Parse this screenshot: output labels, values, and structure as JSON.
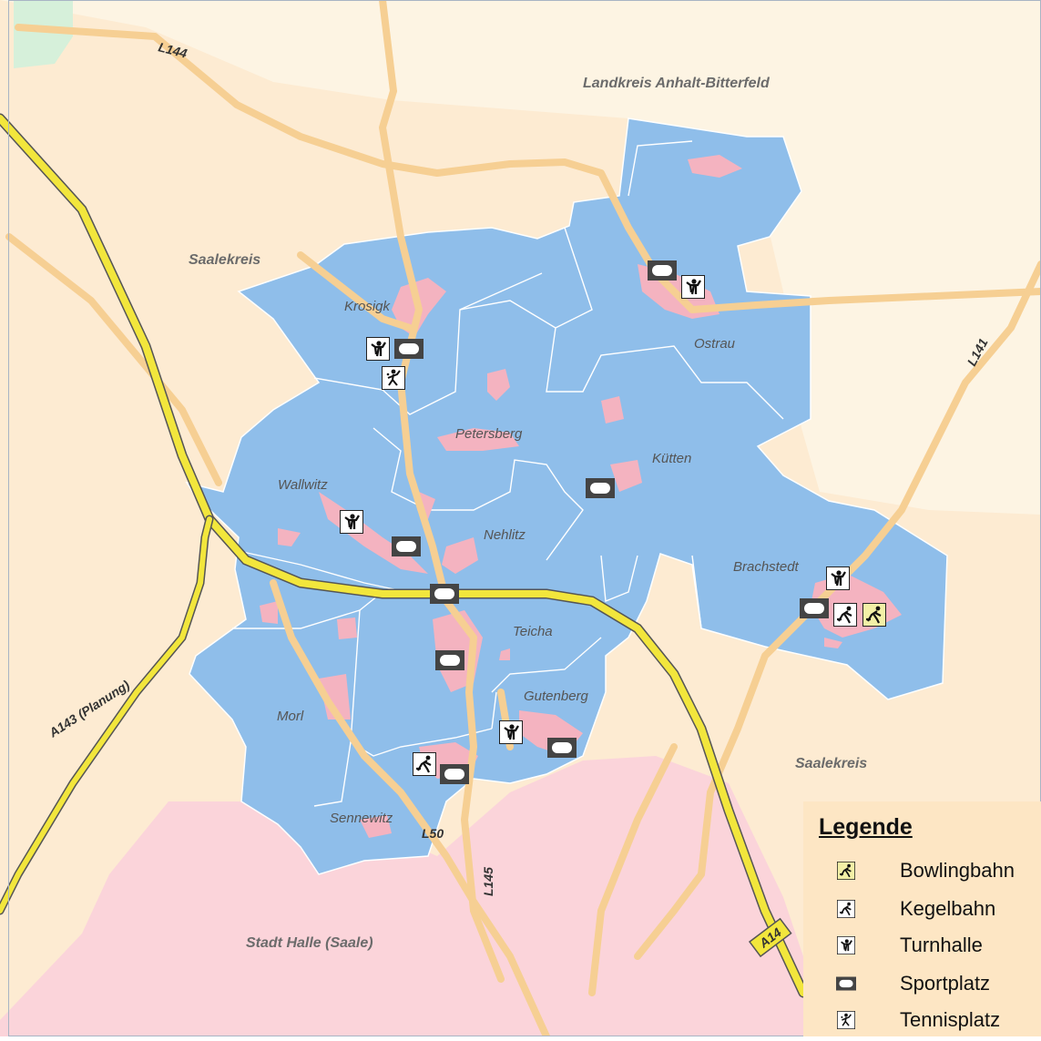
{
  "map": {
    "region_labels": {
      "anhalt": "Landkreis Anhalt-Bitterfeld",
      "saalekreis_w": "Saalekreis",
      "saalekreis_e": "Saalekreis",
      "halle": "Stadt Halle (Saale)"
    },
    "place_labels": {
      "krosigk": "Krosigk",
      "ostrau": "Ostrau",
      "petersberg": "Petersberg",
      "kuetten": "Kütten",
      "wallwitz": "Wallwitz",
      "nehlitz": "Nehlitz",
      "brachstedt": "Brachstedt",
      "teicha": "Teicha",
      "gutenberg": "Gutenberg",
      "morl": "Morl",
      "sennewitz": "Sennewitz"
    },
    "road_labels": {
      "l144": "L144",
      "l141": "L141",
      "a143": "A143 (Planung)",
      "l50": "L50",
      "l145": "L145",
      "a14": "A14"
    },
    "colors": {
      "background": "#fdebd2",
      "anhalt": "#fdf4e3",
      "municipality": "#8fbeea",
      "settlement": "#f4b3c0",
      "halle": "#fbd4da",
      "road": "#f6cf93",
      "motorway": "#f2e63c"
    }
  },
  "legend": {
    "title": "Legende",
    "items": [
      {
        "label": "Bowlingbahn",
        "icon": "bowling-icon"
      },
      {
        "label": "Kegelbahn",
        "icon": "kegel-icon"
      },
      {
        "label": "Turnhalle",
        "icon": "gym-icon"
      },
      {
        "label": "Sportplatz",
        "icon": "sportsfield-icon"
      },
      {
        "label": "Tennisplatz",
        "icon": "tennis-icon"
      }
    ]
  }
}
